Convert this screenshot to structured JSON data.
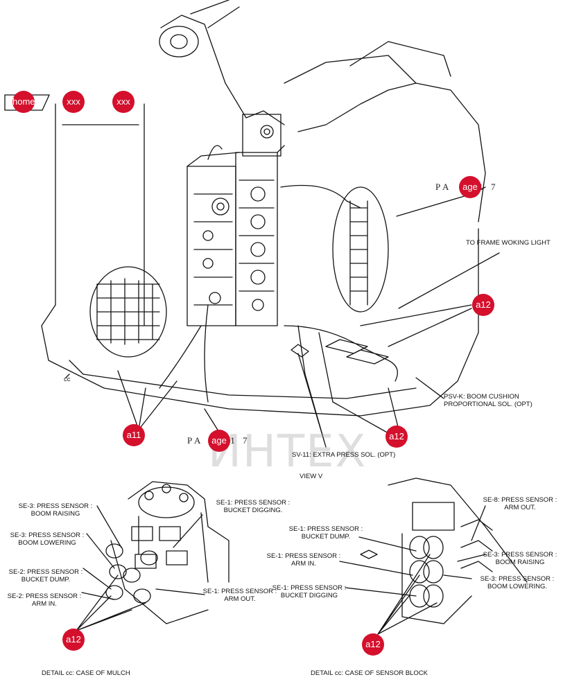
{
  "nav": {
    "home_label": "home",
    "link_1_label": "xxx",
    "link_2_label": "xxx"
  },
  "page_refs": {
    "top_right": "PA   1 1 7",
    "bottom": "PA   1 1 7"
  },
  "hotspots": {
    "page_top_right": "age",
    "page_bottom": "age",
    "a12_right": "a12",
    "a12_bottom_right": "a12",
    "a11_bottom_left": "a11",
    "a12_detail_left": "a12",
    "a12_detail_right": "a12"
  },
  "watermark": "ИНТЕХ",
  "main_view": {
    "to_frame_light": "TO FRAME WOKING LIGHT",
    "psv_k": "PSV-K: BOOM CUSHION\nPROPORTIONAL SOL. (OPT)",
    "sv_11": "SV-11: EXTRA PRESS SOL. (OPT)",
    "cc": "cc",
    "view_caption": "VIEW V"
  },
  "detail_left": {
    "se3_boom_raising": "SE-3: PRESS SENSOR :\nBOOM RAISING",
    "se3_boom_lowering": "SE-3: PRESS SENSOR :\nBOOM LOWERING",
    "se2_bucket_dump": "SE-2: PRESS SENSOR :\nBUCKET DUMP.",
    "se2_arm_in": "SE-2: PRESS SENSOR :\nARM IN.",
    "se1_bucket_digging": "SE-1: PRESS SENSOR :\nBUCKET DIGGING.",
    "se1_arm_out": "SE-1: PRESS SENSOR :\nARM OUT.",
    "caption": "DETAIL cc: CASE OF MULCH"
  },
  "detail_right": {
    "se1_bucket_dump": "SE-1: PRESS SENSOR :\nBUCKET DUMP.",
    "se1_arm_in": "SE-1: PRESS SENSOR :\nARM IN.",
    "se1_bucket_digging": "SE-1: PRESS SENSOR :\nBUCKET DIGGING",
    "se8_arm_out": "SE-8: PRESS SENSOR :\nARM OUT.",
    "se3_boom_raising": "SE-3: PRESS SENSOR :\nBOOM RAISING",
    "se3_boom_lowering": "SE-3: PRESS SENSOR :\nBOOM LOWERING.",
    "caption": "DETAIL cc: CASE OF SENSOR BLOCK"
  }
}
